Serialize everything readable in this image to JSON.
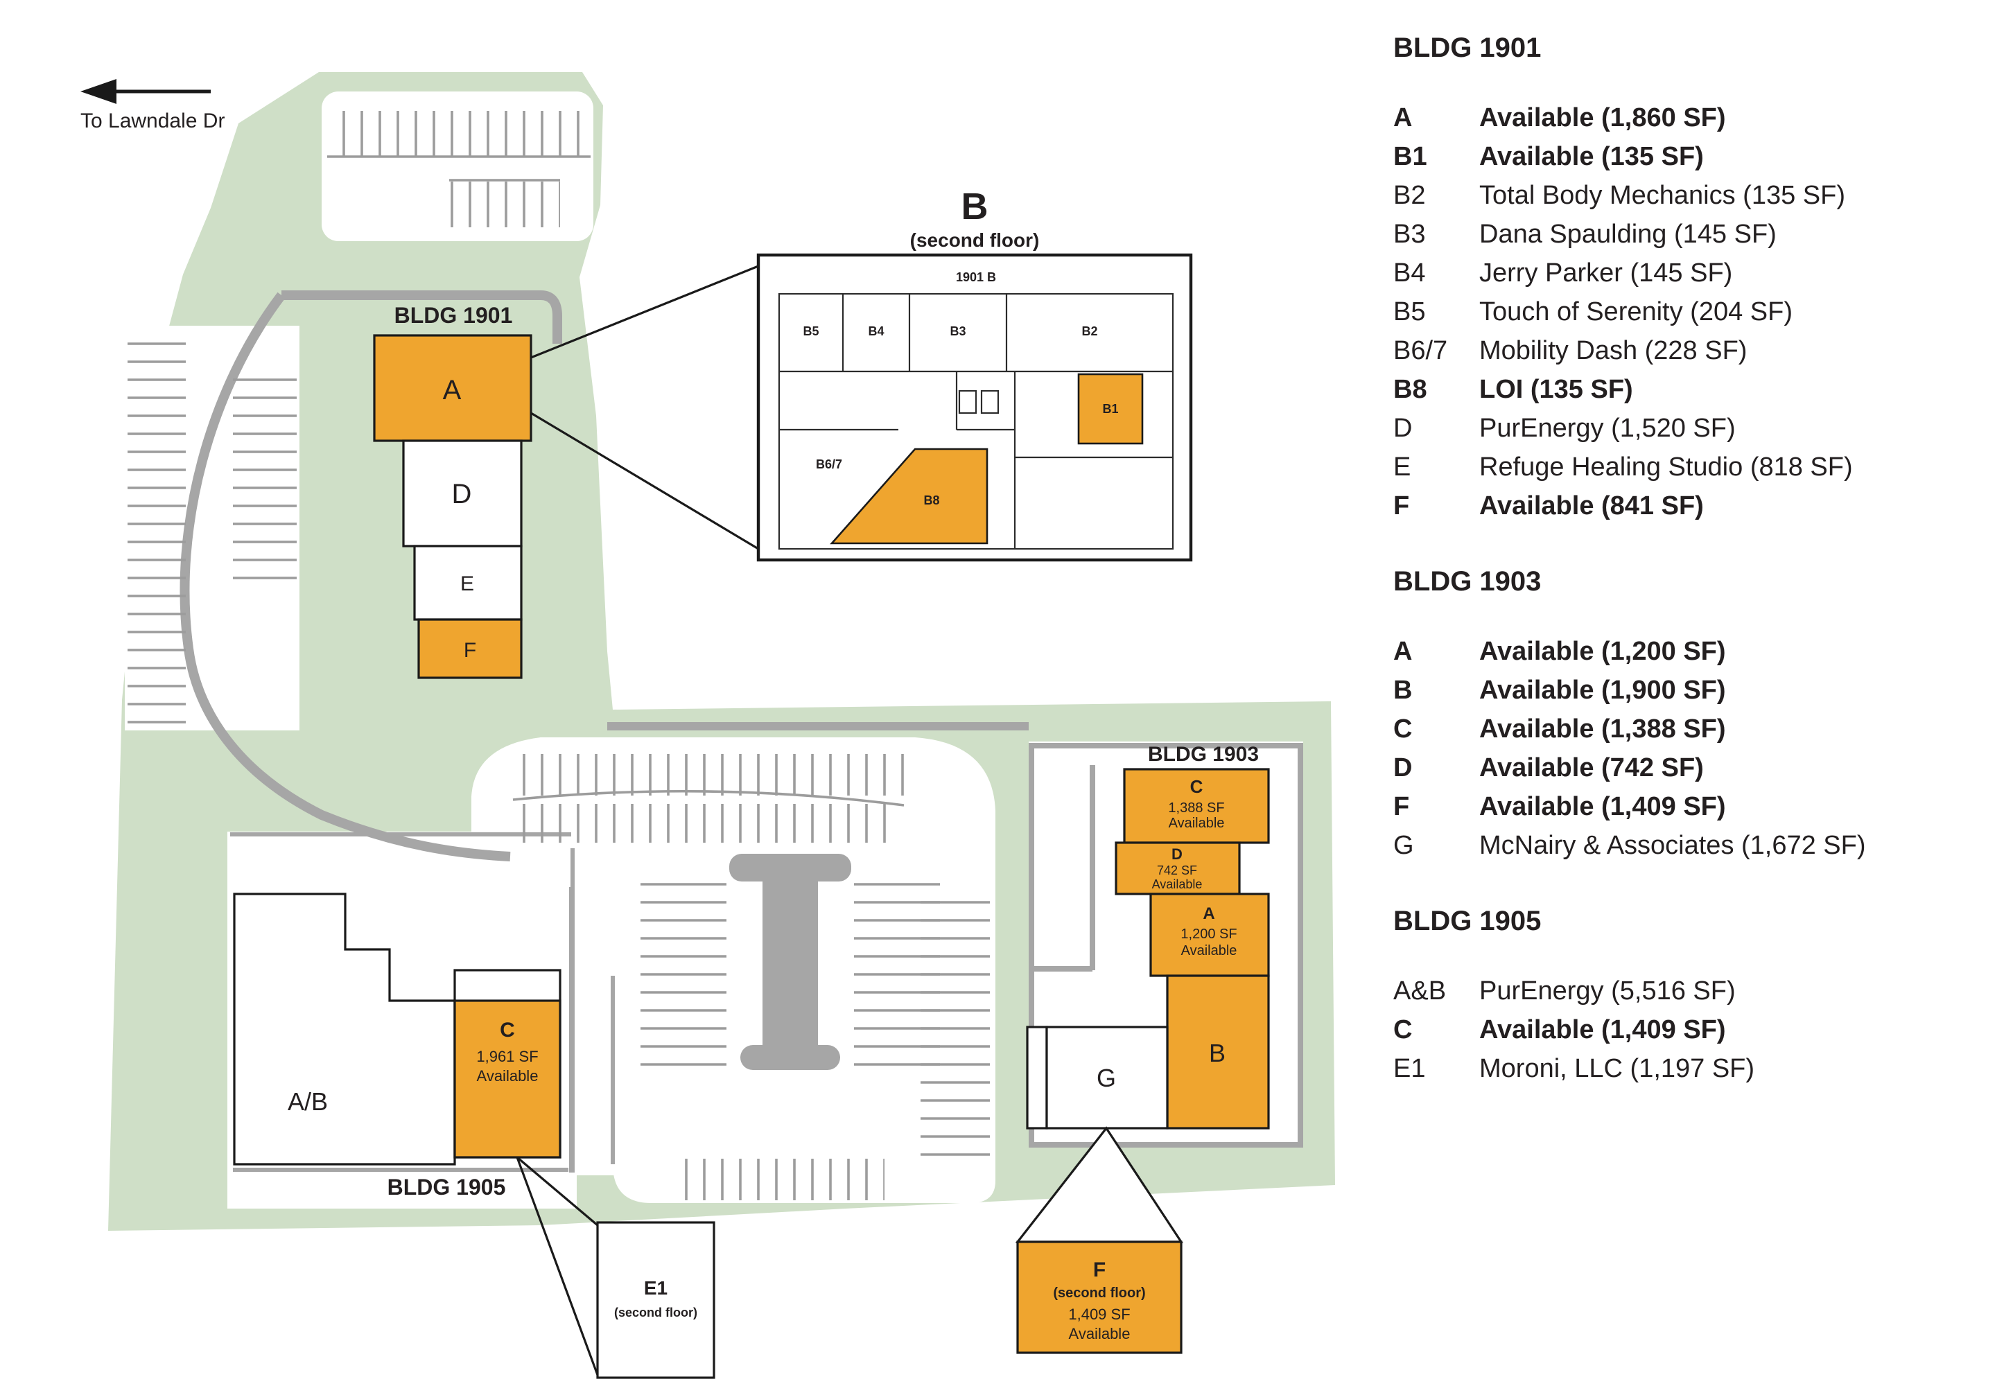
{
  "colors": {
    "available_orange": "#EFA52F",
    "site_green": "#CFDFC7",
    "road_gray": "#A6A6A6",
    "text_dark": "#231F20"
  },
  "map": {
    "street_label": "To Lawndale Dr",
    "bldg1901": {
      "title": "BLDG 1901",
      "unit_a": "A",
      "unit_d": "D",
      "unit_e": "E",
      "unit_f": "F"
    },
    "inset": {
      "title": "B",
      "subtitle": "(second floor)",
      "plan_title": "1901 B",
      "room_b5": "B5",
      "room_b4": "B4",
      "room_b3": "B3",
      "room_b2": "B2",
      "room_b1": "B1",
      "room_b67": "B6/7",
      "room_b8": "B8"
    },
    "bldg1903": {
      "title": "BLDG 1903",
      "unit_c": {
        "code": "C",
        "sf": "1,388 SF",
        "status": "Available"
      },
      "unit_d": {
        "code": "D",
        "sf": "742 SF",
        "status": "Available"
      },
      "unit_a": {
        "code": "A",
        "sf": "1,200 SF",
        "status": "Available"
      },
      "unit_b": "B",
      "unit_g": "G",
      "unit_f_callout": {
        "code": "F",
        "floor": "(second floor)",
        "sf": "1,409 SF",
        "status": "Available"
      }
    },
    "bldg1905": {
      "title": "BLDG 1905",
      "unit_ab": "A/B",
      "unit_c": {
        "code": "C",
        "sf": "1,961 SF",
        "status": "Available"
      },
      "e1_callout": {
        "code": "E1",
        "floor": "(second floor)"
      }
    }
  },
  "legend": {
    "sections": [
      {
        "title": "BLDG 1901",
        "items": [
          {
            "code": "A",
            "desc": "Available (1,860 SF)"
          },
          {
            "code": "B1",
            "desc": "Available (135 SF)"
          },
          {
            "code": "B2",
            "desc": "Total Body Mechanics (135 SF)"
          },
          {
            "code": "B3",
            "desc": "Dana Spaulding (145 SF)"
          },
          {
            "code": "B4",
            "desc": "Jerry Parker (145 SF)"
          },
          {
            "code": "B5",
            "desc": "Touch of Serenity (204 SF)"
          },
          {
            "code": "B6/7",
            "desc": "Mobility Dash (228 SF)"
          },
          {
            "code": "B8",
            "desc": "LOI (135 SF)"
          },
          {
            "code": "D",
            "desc": "PurEnergy (1,520 SF)"
          },
          {
            "code": "E",
            "desc": "Refuge Healing Studio (818 SF)"
          },
          {
            "code": "F",
            "desc": "Available (841 SF)"
          }
        ]
      },
      {
        "title": "BLDG 1903",
        "items": [
          {
            "code": "A",
            "desc": "Available (1,200 SF)"
          },
          {
            "code": "B",
            "desc": "Available (1,900 SF)"
          },
          {
            "code": "C",
            "desc": "Available (1,388 SF)"
          },
          {
            "code": "D",
            "desc": "Available (742 SF)"
          },
          {
            "code": "F",
            "desc": "Available (1,409 SF)"
          },
          {
            "code": "G",
            "desc": "McNairy & Associates (1,672 SF)"
          }
        ]
      },
      {
        "title": "BLDG 1905",
        "items": [
          {
            "code": "A&B",
            "desc": "PurEnergy (5,516 SF)"
          },
          {
            "code": "C",
            "desc": "Available (1,409 SF)"
          },
          {
            "code": "E1",
            "desc": "Moroni, LLC (1,197 SF)"
          }
        ]
      }
    ]
  }
}
